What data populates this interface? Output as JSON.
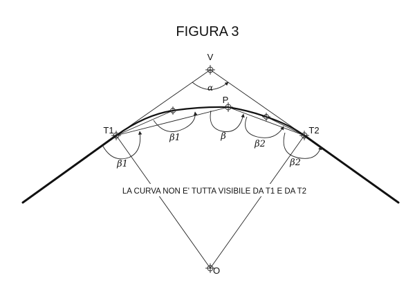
{
  "title": "FIGURA  3",
  "points": {
    "V": "V",
    "P": "P",
    "T1": "T1",
    "T2": "T2",
    "O": "O"
  },
  "angles": {
    "alpha": "α",
    "beta1_chord": "β1",
    "beta_center": "β",
    "beta2_chord": "β2",
    "beta1_tangent": "β1",
    "beta2_tangent": "β2"
  },
  "note": "LA CURVA NON E' TUTTA VISIBILE DA T1 E DA T2"
}
